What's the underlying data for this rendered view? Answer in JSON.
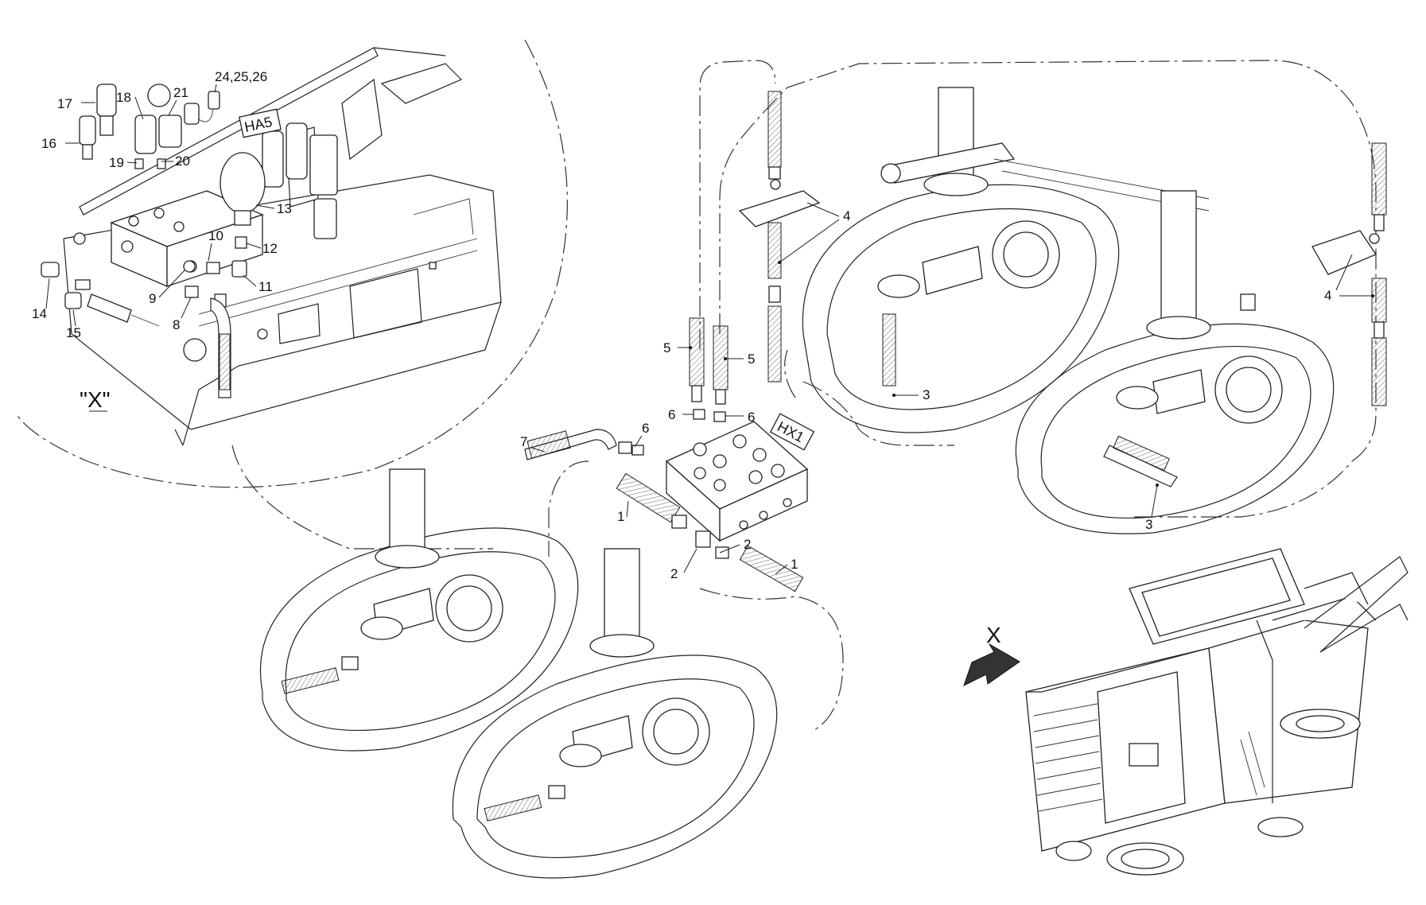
{
  "detail_view": {
    "title": "\"X\"",
    "tag": "HA5"
  },
  "block_tag": "HX1",
  "view_arrow_label": "X",
  "labels": {
    "l1a": "1",
    "l1b": "1",
    "l2a": "2",
    "l2b": "2",
    "l3a": "3",
    "l3b": "3",
    "l4a": "4",
    "l4b": "4",
    "l5a": "5",
    "l5b": "5",
    "l6a": "6",
    "l6b": "6",
    "l6c": "6",
    "l7": "7",
    "l8": "8",
    "l9": "9",
    "l10": "10",
    "l11": "11",
    "l12": "12",
    "l13": "13",
    "l14": "14",
    "l15": "15",
    "l16": "16",
    "l17": "17",
    "l18": "18",
    "l19": "19",
    "l20": "20",
    "l21": "21",
    "l24": "24,25,26"
  }
}
